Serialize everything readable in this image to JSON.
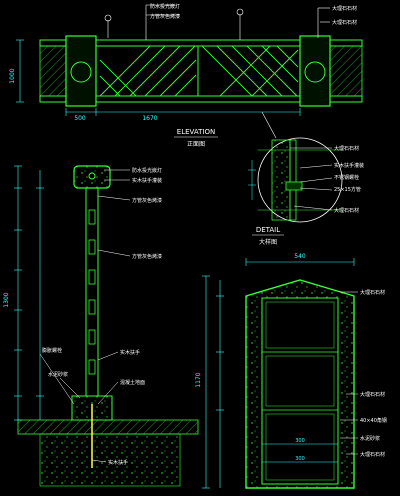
{
  "elevation": {
    "title": "ELEVATION",
    "subtitle": "正面图",
    "dimensions": {
      "left": "500",
      "center": "1670",
      "height": "1000"
    },
    "labels": [
      "防水投光嵌灯",
      "方管灰色烤漆",
      "大理石石材",
      "大理石石材"
    ]
  },
  "detail": {
    "title": "DETAIL",
    "subtitle": "大样图",
    "labels": [
      "大理石石材",
      "实木扶手灌装",
      "不锈钢螺栓",
      "25×15方管",
      "大理石石材"
    ]
  },
  "section": {
    "labels": [
      "防水投光嵌灯",
      "实木扶手灌装",
      "方管灰色烤漆",
      "方管灰色烤漆",
      "实木扶手",
      "膨胀螺栓",
      "混凝土地面",
      "水泥砂浆",
      "实木扶手"
    ],
    "dimensions": {
      "height": "1300"
    }
  },
  "pillar": {
    "dimensions": {
      "top": "540",
      "height": "1170",
      "b1": "300",
      "b2": "300"
    },
    "labels": [
      "大理石石材",
      "大理石石材",
      "40×40角钢",
      "水泥砂浆",
      "大理石石材"
    ]
  },
  "colors": {
    "line": "#33ff33",
    "text": "#ffffff",
    "dim": "#33ffff",
    "accent": "#ffff33",
    "bg": "#000000"
  }
}
